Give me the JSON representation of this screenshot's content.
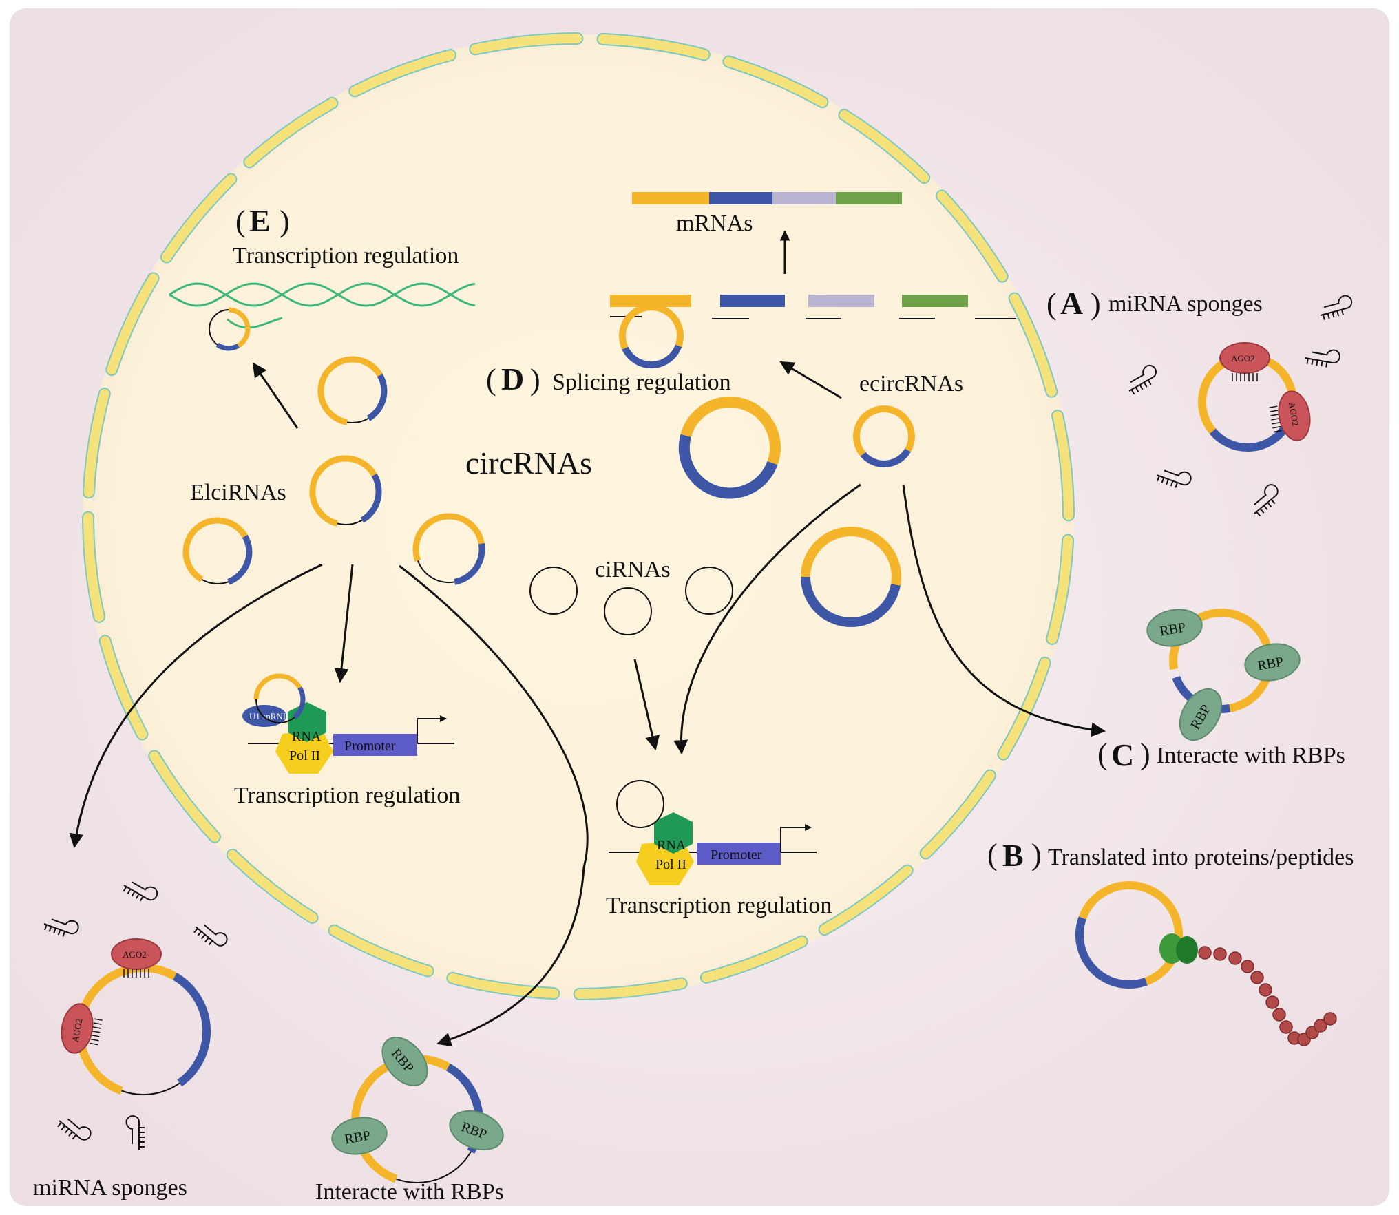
{
  "colors": {
    "orange": "#F5B52A",
    "blue": "#3D56A6",
    "cytoplasm": "#F4ECEE",
    "nucleus": "#FCF2DC",
    "envelope": "#F6E27A",
    "envelope_edge": "#7FC8C0",
    "rbp": "#7AA88A",
    "ago2": "#C9545A",
    "polII": "#F6CF1E",
    "rna_green": "#1E9A55",
    "promoter": "#5D5BC8",
    "helix": "#3DB87A",
    "peptide": "#B24A4A"
  },
  "labels": {
    "circrnas": "circRNAs",
    "ecircrnas": "ecircRNAs",
    "elcirnas": "ElciRNAs",
    "cirnas": "ciRNAs",
    "mrnas": "mRNAs",
    "e_letter": "E",
    "e_title": "Transcription regulation",
    "d_letter": "D",
    "d_title": "Splicing regulation",
    "a_letter": "A",
    "a_title": "miRNA sponges",
    "b_letter": "B",
    "b_title": "Translated into  proteins/peptides",
    "c_letter": "C",
    "c_title": "Interacte with RBPs",
    "transcription_left": "Transcription regulation",
    "transcription_center": "Transcription regulation",
    "mirna_sponges_bottom": "miRNA sponges",
    "interacte_bottom": "Interacte with RBPs",
    "rna": "RNA",
    "pol2": "Pol II",
    "promoter": "Promoter",
    "umrna": "U1 snRNP",
    "rbp": "RBP",
    "ago2": "AGO2"
  }
}
